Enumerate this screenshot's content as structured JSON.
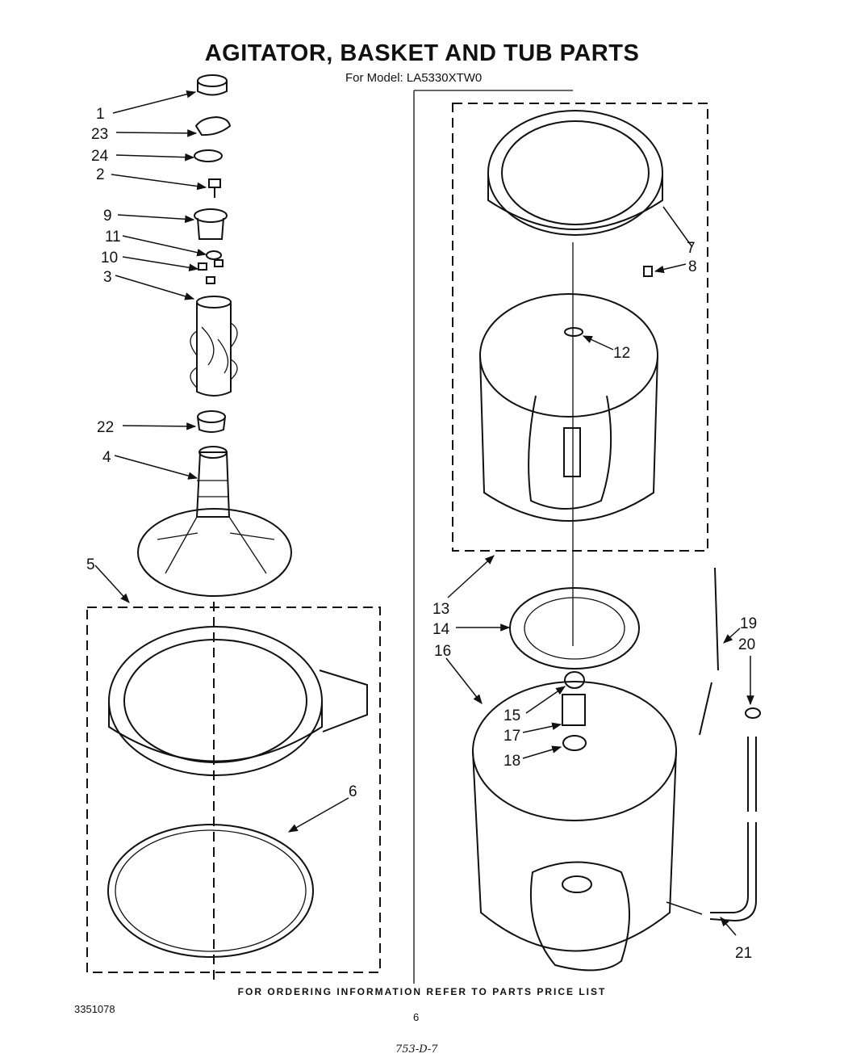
{
  "page": {
    "title": "AGITATOR, BASKET AND TUB PARTS",
    "subtitle": "For Model: LA5330XTW0",
    "footer": "FOR ORDERING INFORMATION REFER TO PARTS PRICE LIST",
    "document_number": "3351078",
    "page_number": "6",
    "handwritten_note": "753-D-7"
  },
  "callouts": {
    "c1": "1",
    "c23": "23",
    "c24": "24",
    "c2": "2",
    "c9": "9",
    "c11": "11",
    "c10": "10",
    "c3": "3",
    "c22": "22",
    "c4": "4",
    "c5": "5",
    "c6": "6",
    "c7": "7",
    "c8": "8",
    "c12": "12",
    "c13": "13",
    "c14": "14",
    "c16": "16",
    "c15": "15",
    "c17": "17",
    "c18": "18",
    "c19": "19",
    "c20": "20",
    "c21": "21"
  }
}
